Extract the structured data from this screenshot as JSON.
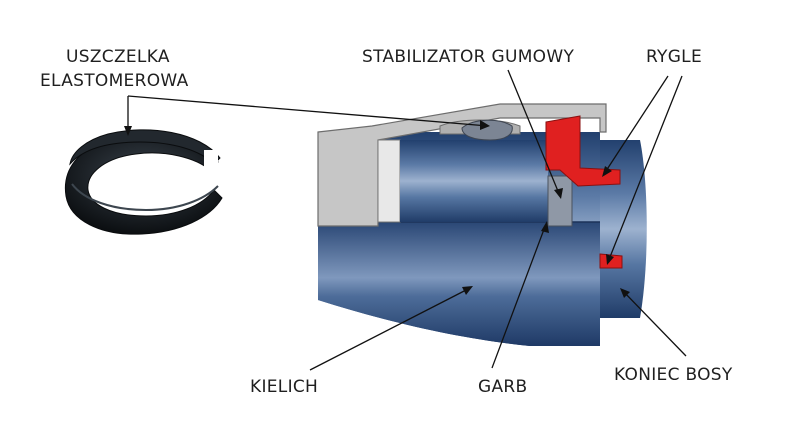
{
  "labels": {
    "seal_line1": "USZCZELKA",
    "seal_line2": "ELASTOMEROWA",
    "stabilizer": "STABILIZATOR GUMOWY",
    "latches": "RYGLE",
    "socket": "KIELICH",
    "bead": "GARB",
    "spigot_end": "KONIEC BOSY"
  },
  "colors": {
    "pipe_dark": "#2c4a78",
    "pipe_light": "#8aa3c4",
    "housing": "#c4c4c4",
    "housing_edge": "#6d6d6d",
    "latch_red": "#e02020",
    "stabilizer_gray": "#8f98a6",
    "gasket_black": "#14181c"
  }
}
